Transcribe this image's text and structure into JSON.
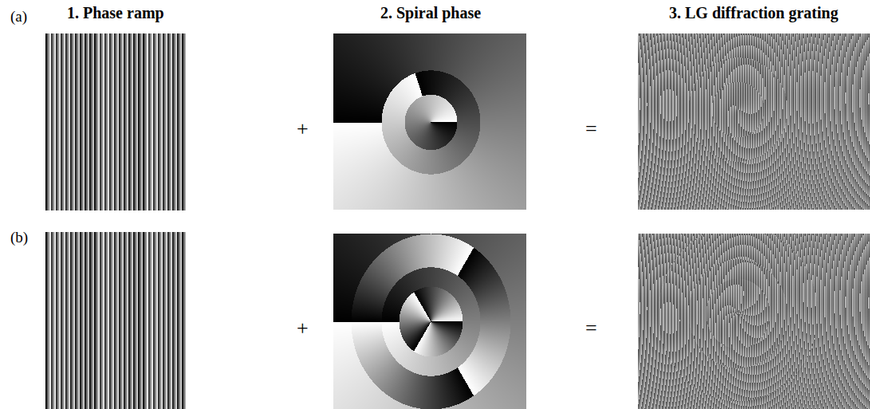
{
  "diagram": {
    "labels": [
      "1. Phase ramp",
      "2. Spiral phase",
      "3. LG diffraction grating",
      "(a)",
      "+",
      "=",
      "(b)",
      "+",
      "="
    ]
  }
}
